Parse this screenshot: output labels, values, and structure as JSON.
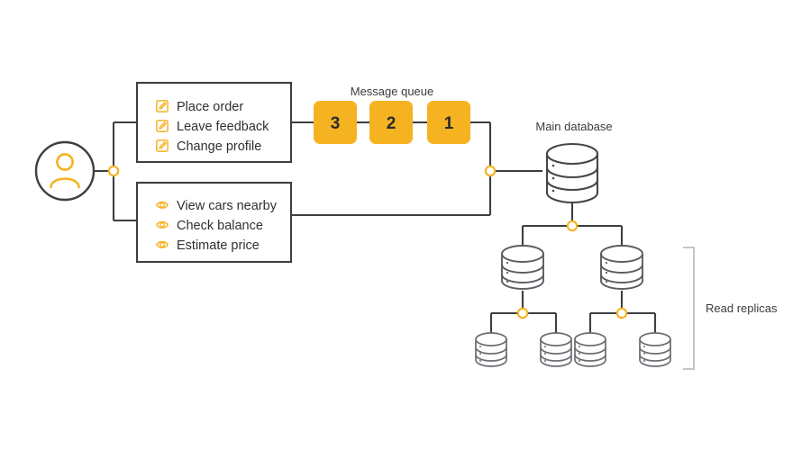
{
  "diagram": {
    "title": "CQRS read-write data flow diagram",
    "colors": {
      "accent": "#F5B221",
      "line": "#3C3F42",
      "text": "#2F3033",
      "label": "#3B3B3B",
      "bracket": "#BFBFBF",
      "cylinder_stroke": "#44474A",
      "cylinder_stroke_light": "#6A6E72",
      "background": "#FFFFFF"
    },
    "actor": {
      "name": "user-avatar",
      "icon": "person-icon"
    },
    "write_commands": {
      "icon": "pencil-edit-icon",
      "items": [
        "Place order",
        "Leave feedback",
        "Change profile"
      ]
    },
    "read_queries": {
      "icon": "eye-icon",
      "items": [
        "View cars nearby",
        "Check balance",
        "Estimate price"
      ]
    },
    "message_queue": {
      "label": "Message queue",
      "messages": [
        "3",
        "2",
        "1"
      ]
    },
    "main_database": {
      "label": "Main database",
      "icon": "database-cylinder-icon"
    },
    "read_replicas": {
      "label": "Read replicas",
      "tier1_count": 2,
      "tier2_count": 4,
      "icon": "database-cylinder-icon"
    }
  }
}
